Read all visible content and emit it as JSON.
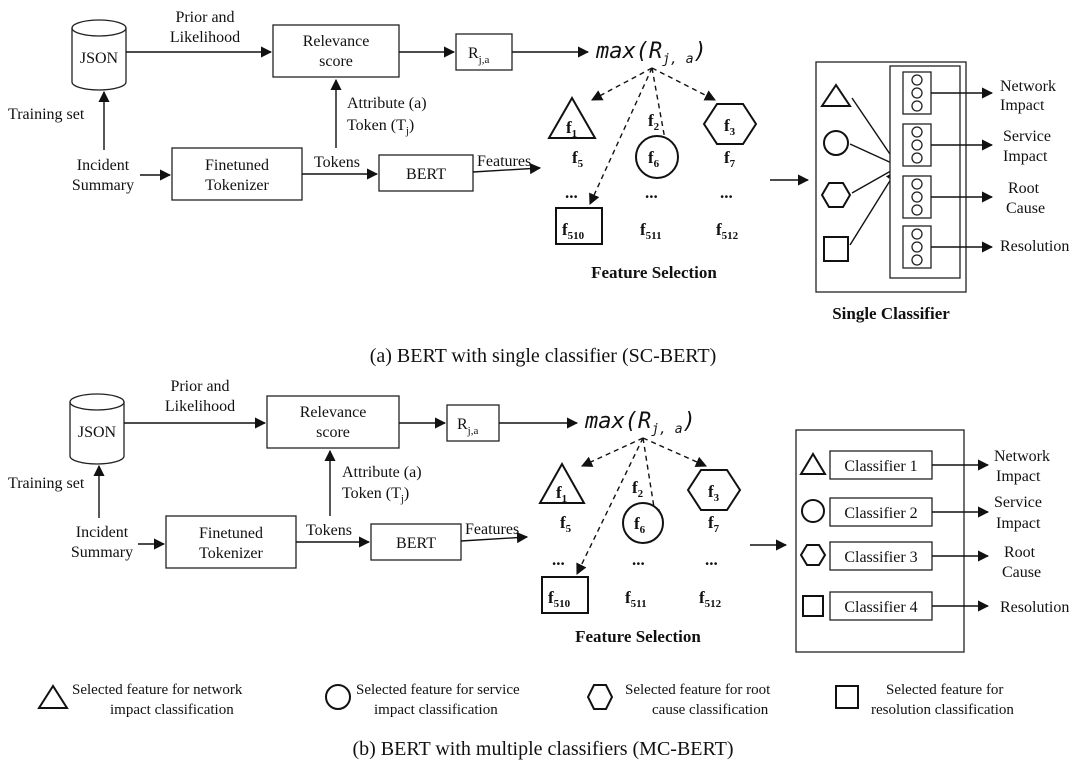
{
  "panel_a": {
    "json": "JSON",
    "training_set": "Training set",
    "prior_likelihood": [
      "Prior and",
      "Likelihood"
    ],
    "relevance_score": [
      "Relevance",
      "score"
    ],
    "r_ja": "R",
    "r_ja_sub": "j,a",
    "max_text": "max(R",
    "max_sub": "j, a",
    "max_close": ")",
    "attribute_token": [
      "Attribute (a)",
      "Token (T"
    ],
    "attribute_token_sub": "j",
    "incident_summary": [
      "Incident",
      "Summary"
    ],
    "finetuned_tokenizer": [
      "Finetuned",
      "Tokenizer"
    ],
    "tokens": "Tokens",
    "bert": "BERT",
    "features": "Features",
    "feature_labels": {
      "f1": "f",
      "f1s": "1",
      "f2": "f",
      "f2s": "2",
      "f3": "f",
      "f3s": "3",
      "f5": "f",
      "f5s": "5",
      "f6": "f",
      "f6s": "6",
      "f7": "f",
      "f7s": "7",
      "f510": "f",
      "f510s": "510",
      "f511": "f",
      "f511s": "511",
      "f512": "f",
      "f512s": "512",
      "dots": "..."
    },
    "feature_selection": "Feature Selection",
    "single_classifier": "Single Classifier",
    "outputs": [
      [
        "Network",
        "Impact"
      ],
      [
        "Service",
        "Impact"
      ],
      [
        "Root",
        "Cause"
      ],
      [
        "Resolution"
      ]
    ],
    "caption": "(a) BERT with single classifier (SC-BERT)"
  },
  "panel_b": {
    "json": "JSON",
    "training_set": "Training set",
    "prior_likelihood": [
      "Prior and",
      "Likelihood"
    ],
    "relevance_score": [
      "Relevance",
      "score"
    ],
    "r_ja": "R",
    "r_ja_sub": "j,a",
    "max_text": "max(R",
    "max_sub": "j, a",
    "max_close": ")",
    "attribute_token": [
      "Attribute (a)",
      "Token (T"
    ],
    "attribute_token_sub": "j",
    "incident_summary": [
      "Incident",
      "Summary"
    ],
    "finetuned_tokenizer": [
      "Finetuned",
      "Tokenizer"
    ],
    "tokens": "Tokens",
    "bert": "BERT",
    "features": "Features",
    "feature_selection": "Feature Selection",
    "classifiers": [
      "Classifier 1",
      "Classifier 2",
      "Classifier 3",
      "Classifier 4"
    ],
    "outputs": [
      [
        "Network",
        "Impact"
      ],
      [
        "Service",
        "Impact"
      ],
      [
        "Root",
        "Cause"
      ],
      [
        "Resolution"
      ]
    ],
    "caption": "(b) BERT with multiple classifiers (MC-BERT)"
  },
  "legend": [
    {
      "shape": "triangle",
      "text": [
        "Selected feature for network",
        "impact classification"
      ]
    },
    {
      "shape": "circle",
      "text": [
        "Selected feature for service",
        "impact classification"
      ]
    },
    {
      "shape": "hexagon",
      "text": [
        "Selected feature for root",
        "cause classification"
      ]
    },
    {
      "shape": "square",
      "text": [
        "Selected feature for",
        "resolution classification"
      ]
    }
  ]
}
